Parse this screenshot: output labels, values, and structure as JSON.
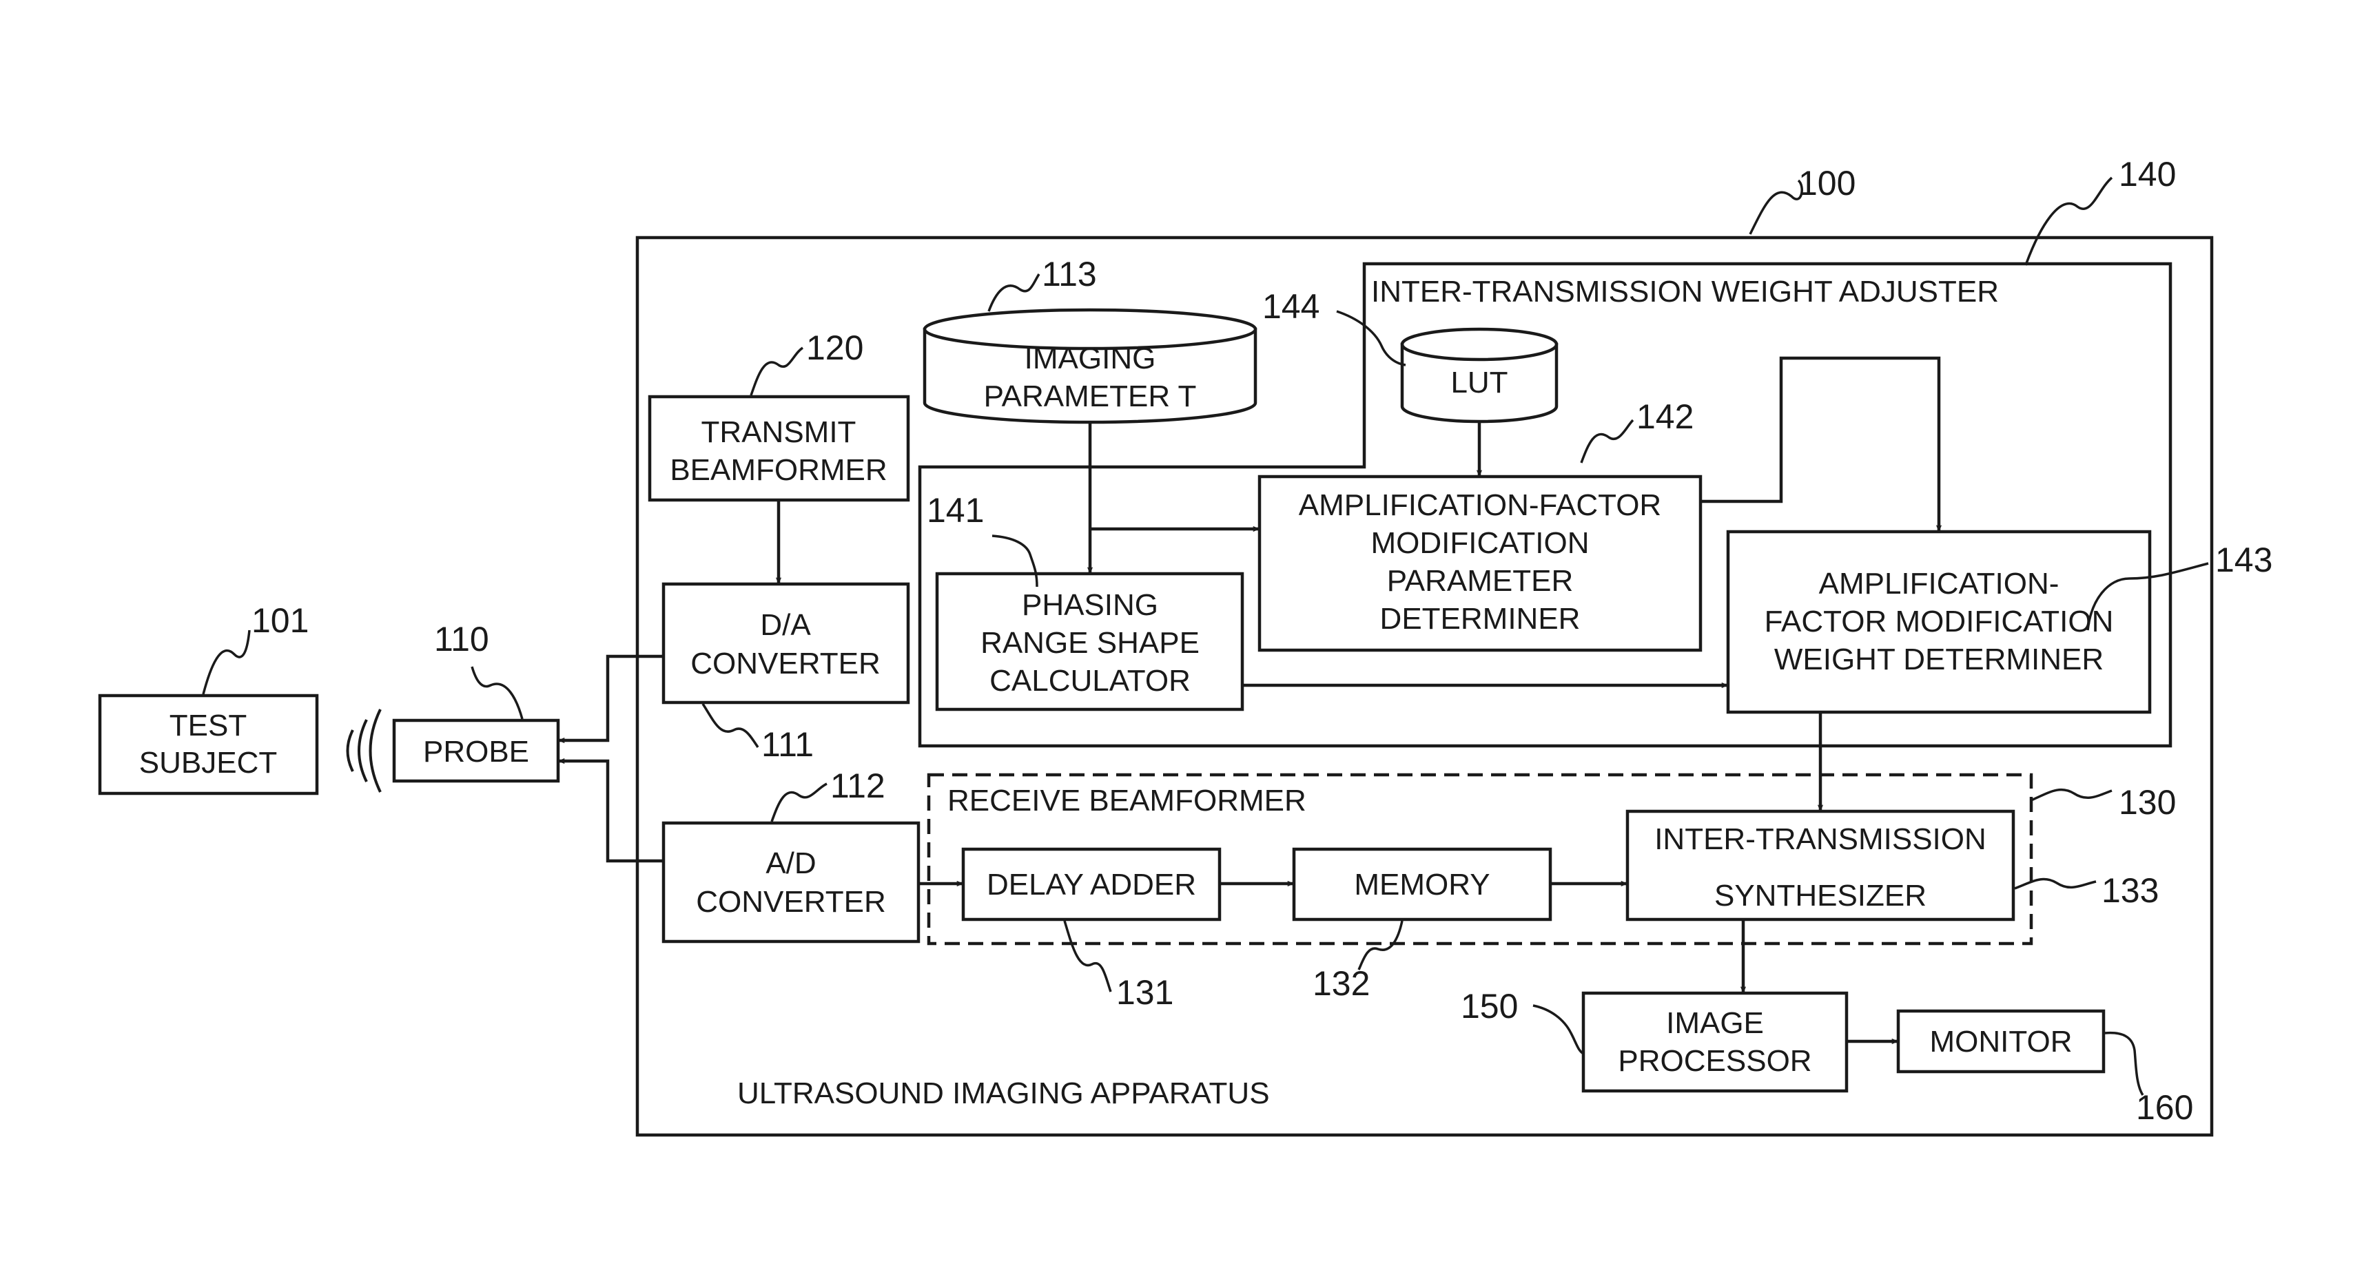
{
  "apparatus": {
    "label": "ULTRASOUND IMAGING APPARATUS",
    "ref": "100"
  },
  "test_subject": {
    "line1": "TEST",
    "line2": "SUBJECT",
    "ref": "101"
  },
  "probe": {
    "label": "PROBE",
    "ref": "110"
  },
  "da_converter": {
    "line1": "D/A",
    "line2": "CONVERTER",
    "ref": "111"
  },
  "ad_converter": {
    "line1": "A/D",
    "line2": "CONVERTER",
    "ref": "112"
  },
  "imaging_parameter": {
    "line1": "IMAGING",
    "line2": "PARAMETER T",
    "ref": "113"
  },
  "transmit_beamformer": {
    "line1": "TRANSMIT",
    "line2": "BEAMFORMER",
    "ref": "120"
  },
  "receive_beamformer": {
    "label": "RECEIVE BEAMFORMER",
    "ref": "130"
  },
  "delay_adder": {
    "label": "DELAY ADDER",
    "ref": "131"
  },
  "memory": {
    "label": "MEMORY",
    "ref": "132"
  },
  "inter_transmission_synthesizer": {
    "line1": "INTER-TRANSMISSION",
    "line2": "SYNTHESIZER",
    "ref": "133"
  },
  "weight_adjuster": {
    "label": "INTER-TRANSMISSION WEIGHT ADJUSTER",
    "ref": "140"
  },
  "phasing_range": {
    "line1": "PHASING",
    "line2": "RANGE SHAPE",
    "line3": "CALCULATOR",
    "ref": "141"
  },
  "param_determiner": {
    "line1": "AMPLIFICATION-FACTOR",
    "line2": "MODIFICATION",
    "line3": "PARAMETER",
    "line4": "DETERMINER",
    "ref": "142"
  },
  "weight_determiner": {
    "line1": "AMPLIFICATION-",
    "line2": "FACTOR MODIFICATION",
    "line3": "WEIGHT DETERMINER",
    "ref": "143"
  },
  "lut": {
    "label": "LUT",
    "ref": "144"
  },
  "image_processor": {
    "line1": "IMAGE",
    "line2": "PROCESSOR",
    "ref": "150"
  },
  "monitor": {
    "label": "MONITOR",
    "ref": "160"
  }
}
